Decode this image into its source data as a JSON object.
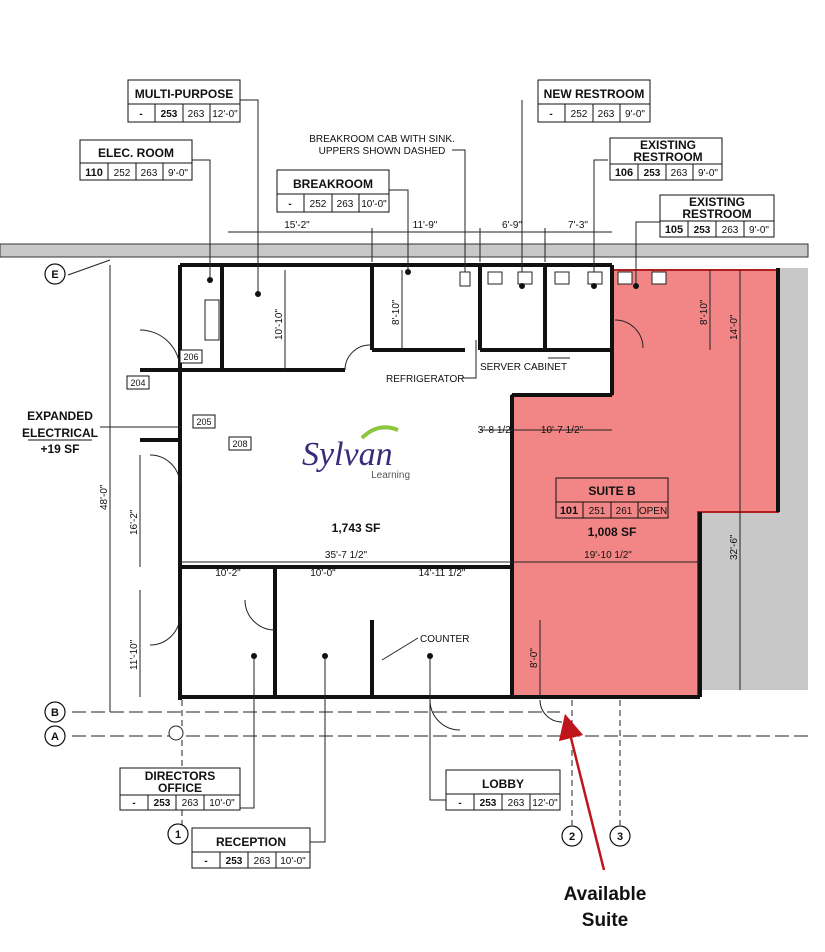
{
  "rooms": {
    "multipurpose": {
      "name": "MULTI-PURPOSE",
      "cells": [
        "-",
        "253",
        "263",
        "12'-0\""
      ]
    },
    "elec_room": {
      "name": "ELEC. ROOM",
      "cells": [
        "110",
        "252",
        "263",
        "9'-0\""
      ]
    },
    "breakroom": {
      "name": "BREAKROOM",
      "cells": [
        "-",
        "252",
        "263",
        "10'-0\""
      ]
    },
    "new_restroom": {
      "name": "NEW RESTROOM",
      "cells": [
        "-",
        "252",
        "263",
        "9'-0\""
      ]
    },
    "existing_restroom_106": {
      "name_line1": "EXISTING",
      "name_line2": "RESTROOM",
      "cells": [
        "106",
        "253",
        "263",
        "9'-0\""
      ]
    },
    "existing_restroom_105": {
      "name_line1": "EXISTING",
      "name_line2": "RESTROOM",
      "cells": [
        "105",
        "253",
        "263",
        "9'-0\""
      ]
    },
    "suite_b": {
      "name": "SUITE B",
      "cells": [
        "101",
        "251",
        "261",
        "OPEN"
      ],
      "area": "1,008 SF"
    },
    "directors_office": {
      "name_line1": "DIRECTORS",
      "name_line2": "OFFICE",
      "cells": [
        "-",
        "253",
        "263",
        "10'-0\""
      ]
    },
    "reception": {
      "name": "RECEPTION",
      "cells": [
        "-",
        "253",
        "263",
        "10'-0\""
      ]
    },
    "lobby": {
      "name": "LOBBY",
      "cells": [
        "-",
        "253",
        "263",
        "12'-0\""
      ]
    }
  },
  "notes": {
    "breakroom_cab_line1": "BREAKROOM CAB WITH SINK.",
    "breakroom_cab_line2": "UPPERS SHOWN DASHED",
    "refrigerator": "REFRIGERATOR",
    "server_cabinet": "SERVER CABINET",
    "counter": "COUNTER",
    "expanded_line1": "EXPANDED",
    "expanded_line2": "ELECTRICAL",
    "expanded_line3": "+19 SF",
    "main_area": "1,743 SF",
    "available_line1": "Available",
    "available_line2": "Suite"
  },
  "door_tags": [
    "206",
    "204",
    "205",
    "208"
  ],
  "grid_lines": {
    "e": "E",
    "b": "B",
    "a": "A",
    "one": "1",
    "two": "2",
    "three": "3"
  },
  "dimensions": {
    "d15_2": "15'-2\"",
    "d11_9": "11'-9\"",
    "d6_9": "6'-9\"",
    "d7_3": "7'-3\"",
    "d10_10": "10'-10\"",
    "d8_10a": "8'-10\"",
    "d8_10b": "8'-10\"",
    "d14_0": "14'-0\"",
    "d3_8": "3'-8 1/2\"",
    "d10_7": "10'-7 1/2\"",
    "d48_0": "48'-0\"",
    "d16_2": "16'-2\"",
    "d35_7": "35'-7 1/2\"",
    "d19_10": "19'-10 1/2\"",
    "d32_6": "32'-6\"",
    "d10_2": "10'-2\"",
    "d10_0": "10'-0\"",
    "d14_11": "14'-11 1/2\"",
    "d11_10": "11'-10\"",
    "d8_0": "8'-0\""
  },
  "logo": {
    "brand": "Sylvan",
    "sub": "Learning"
  },
  "colors": {
    "suite_fill": "#f28585",
    "suite_edge": "#b02020",
    "arrow": "#c0141c",
    "neighbor_fill": "#c8c8c8",
    "wall": "#111111"
  }
}
